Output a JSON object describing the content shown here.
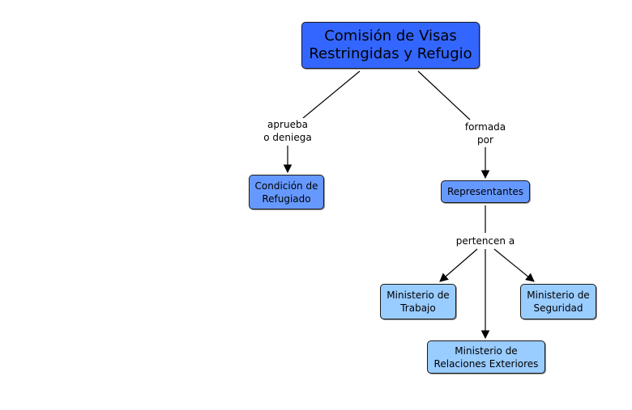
{
  "nodes": {
    "comision": "Comisión de Visas\nRestringidas y Refugio",
    "condicion": "Condición de\nRefugiado",
    "representantes": "Representantes",
    "trabajo": "Ministerio de\nTrabajo",
    "seguridad": "Ministerio de\nSeguridad",
    "relaciones": "Ministerio de\nRelaciones Exteriores"
  },
  "links": {
    "aprueba": "aprueba\no deniega",
    "formada": "formada\npor",
    "pertencen": "pertencen a"
  },
  "colors": {
    "main": "#3366ff",
    "mid": "#6699ff",
    "leaf": "#99ccff"
  }
}
